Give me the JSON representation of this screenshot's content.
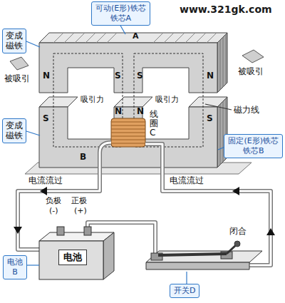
{
  "diagram": {
    "nodes": [
      {
        "text": [
          "可动(E形)铁芯",
          "铁芯A"
        ]
      },
      {
        "text": [
          "变成磁铁"
        ]
      },
      {
        "text": [
          "变成磁铁"
        ]
      },
      {
        "text": [
          "固定(E形)铁芯",
          "铁芯B"
        ]
      },
      {
        "text": [
          "电池"
        ]
      },
      {
        "text": [
          "电池",
          "B"
        ]
      },
      {
        "text": [
          "开关D"
        ]
      }
    ],
    "labels": [
      "www.321gk.com",
      "被吸引",
      "被吸引",
      "A",
      "N",
      "S",
      "S",
      "N",
      "吸引力",
      "吸引力",
      "S",
      "N",
      "N",
      "S",
      "线圈C",
      "磁力线",
      "B",
      "电流流过",
      "电流流过",
      "负极",
      "(-)",
      "正极",
      "(+)",
      "闭合"
    ]
  }
}
